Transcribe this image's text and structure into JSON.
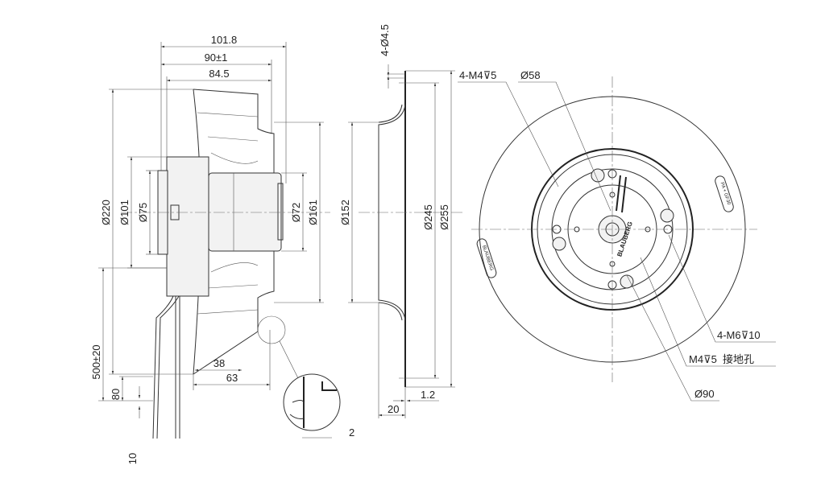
{
  "side_view": {
    "dims": {
      "overall_length": "101.8",
      "length_tol": "90±1",
      "impeller_length": "84.5",
      "d_impeller": "Ø220",
      "d_housing": "Ø101",
      "d_flange": "Ø75",
      "d_rotor": "Ø72",
      "d_inlet": "Ø161",
      "blade_depth": "38",
      "impeller_depth": "63",
      "cable_length": "500±20",
      "strip_length": "80",
      "wire_strip": "10",
      "detail_gap": "2"
    }
  },
  "inlet_ring": {
    "dims": {
      "holes": "4-Ø4.5",
      "d_throat": "Ø152",
      "d_bolt_circle": "Ø245",
      "d_outer": "Ø255",
      "thickness": "1.2",
      "depth": "20"
    }
  },
  "front_view": {
    "callouts": {
      "mount_threads": "4-M4⊽5",
      "d_hub": "Ø58",
      "rotor_threads": "4-M6⊽10",
      "ground_hole": "M4⊽5  接地孔",
      "d_pcd": "Ø90"
    },
    "labels": {
      "brand": "BLAUBERG",
      "rating": "PA + GF30"
    }
  }
}
